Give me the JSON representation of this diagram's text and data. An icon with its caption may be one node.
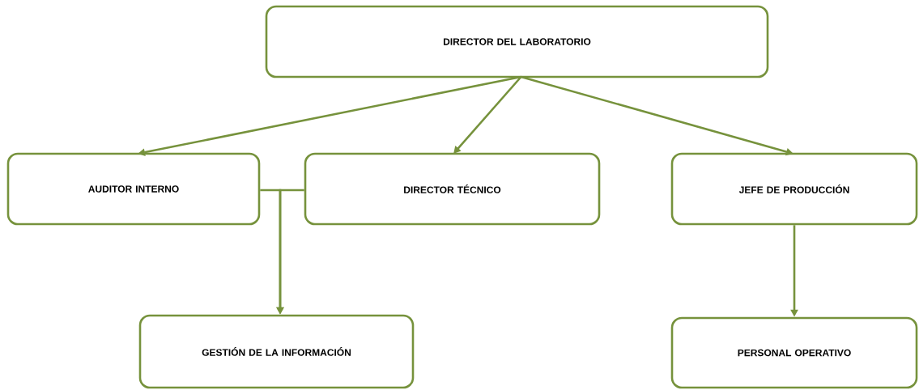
{
  "diagram": {
    "nodes": [
      {
        "text": [
          "DIRECTOR DEL LABORATORIO"
        ]
      },
      {
        "text": [
          "AUDITOR INTERNO"
        ]
      },
      {
        "text": [
          "DIRECTOR TÉCNICO"
        ]
      },
      {
        "text": [
          "JEFE DE PRODUCCIÓN"
        ]
      },
      {
        "text": [
          "GESTIÓN DE LA INFORMACIÓN"
        ]
      },
      {
        "text": [
          "PERSONAL OPERATIVO"
        ]
      }
    ],
    "edges": [
      {
        "from": 0,
        "to": 1,
        "arrow": "to"
      },
      {
        "from": 0,
        "to": 2,
        "arrow": "to"
      },
      {
        "from": 0,
        "to": 3,
        "arrow": "to"
      },
      {
        "from": 1,
        "to": 4,
        "arrow": "to"
      },
      {
        "from": 2,
        "to": 4,
        "arrow": "to"
      },
      {
        "from": 3,
        "to": 5,
        "arrow": "to"
      }
    ]
  }
}
